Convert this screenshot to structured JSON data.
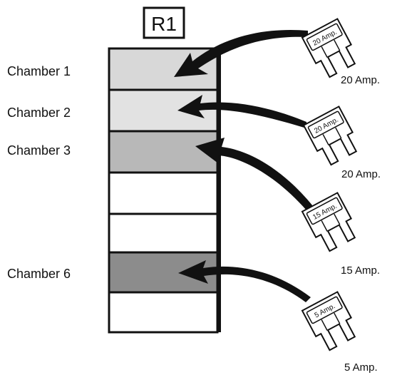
{
  "diagram": {
    "relay_label": "R1",
    "chambers": [
      {
        "label": "Chamber 1",
        "shade": "#d8d8d8"
      },
      {
        "label": "Chamber 2",
        "shade": "#e2e2e2"
      },
      {
        "label": "Chamber 3",
        "shade": "#b8b8b8"
      },
      {
        "label": "",
        "shade": "#ffffff"
      },
      {
        "label": "",
        "shade": "#ffffff"
      },
      {
        "label": "Chamber 6",
        "shade": "#8c8c8c"
      },
      {
        "label": "",
        "shade": "#ffffff"
      }
    ],
    "fuses": [
      {
        "inner_label": "20 Amp.",
        "caption": "20 Amp.",
        "target_chamber": 1
      },
      {
        "inner_label": "20 Amp.",
        "caption": "20 Amp.",
        "target_chamber": 2
      },
      {
        "inner_label": "15 Amp.",
        "caption": "15 Amp.",
        "target_chamber": 3
      },
      {
        "inner_label": "5 Amp.",
        "caption": "5 Amp.",
        "target_chamber": 6
      }
    ]
  },
  "colors": {
    "outline": "#111111",
    "arrow": "#111111",
    "fuse_fill": "#ffffff"
  }
}
